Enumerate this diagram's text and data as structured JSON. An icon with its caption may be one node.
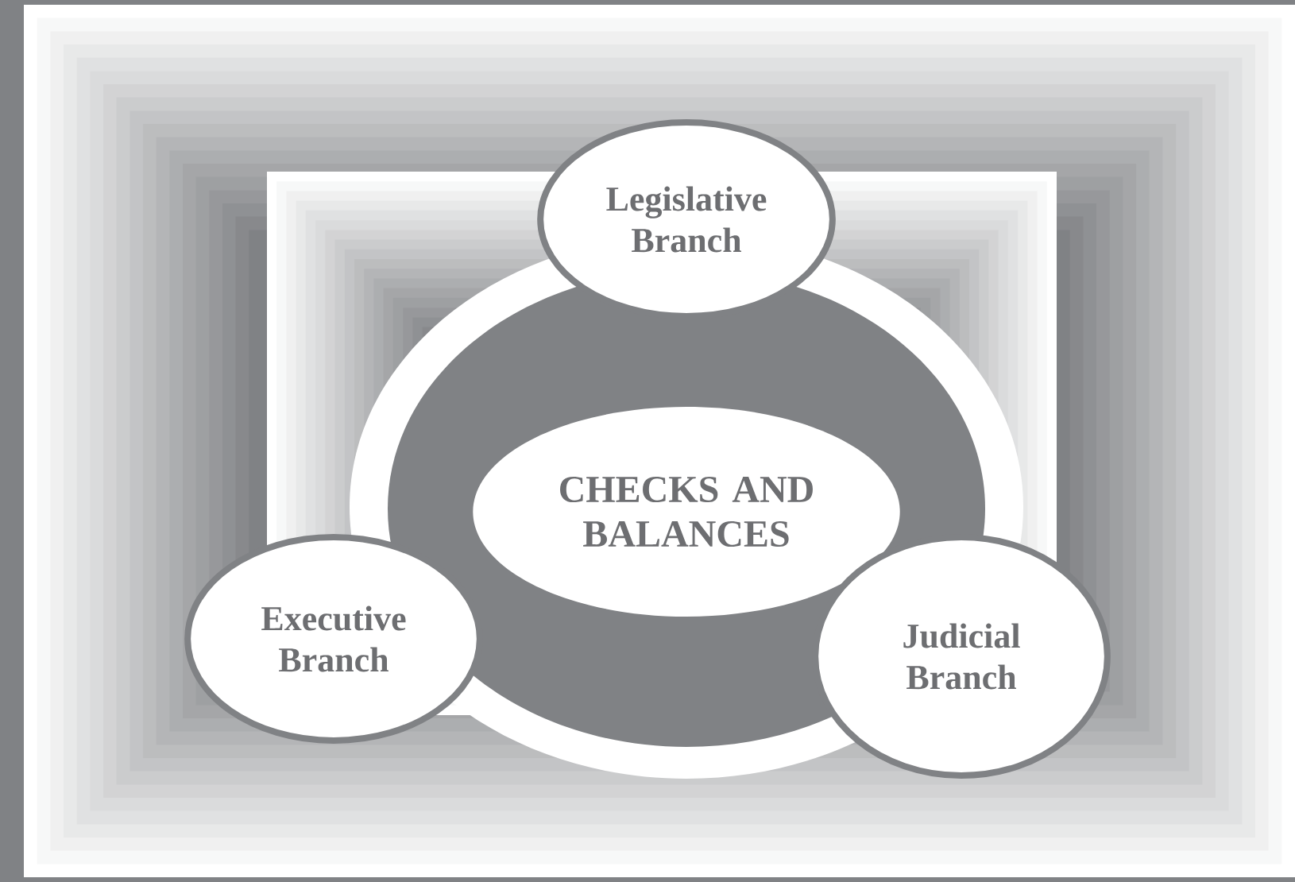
{
  "diagram": {
    "nodes": [
      {
        "text": [
          "Legislative Branch"
        ]
      },
      {
        "text": [
          "CHECKS AND BALANCES"
        ]
      },
      {
        "text": [
          "Executive Branch"
        ]
      },
      {
        "text": [
          "Judicial Branch"
        ]
      }
    ]
  }
}
